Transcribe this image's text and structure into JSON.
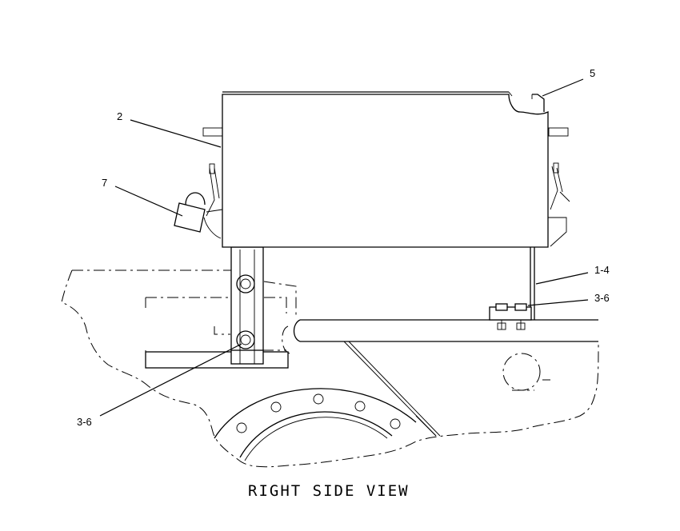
{
  "diagram": {
    "view_title": "RIGHT SIDE VIEW",
    "callouts": [
      {
        "id": "c2",
        "label": "2"
      },
      {
        "id": "c5",
        "label": "5"
      },
      {
        "id": "c7",
        "label": "7"
      },
      {
        "id": "c14",
        "label": "1-4"
      },
      {
        "id": "c36r",
        "label": "3-6"
      },
      {
        "id": "c36l",
        "label": "3-6"
      }
    ]
  }
}
